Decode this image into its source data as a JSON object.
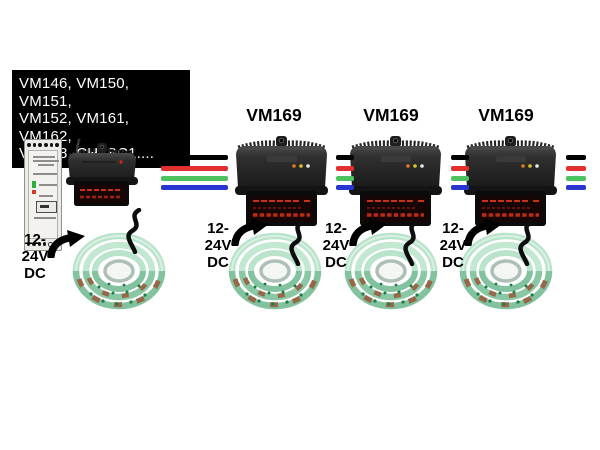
{
  "compatible_modules": {
    "lines": [
      "VM146, VM150, VM151,",
      "VM152, VM161, VM162,",
      "VM168, CHLSC1...."
    ]
  },
  "vm169_labels": [
    "VM169",
    "VM169",
    "VM169"
  ],
  "power_label": {
    "lines": [
      "12-",
      "24V",
      "DC"
    ]
  },
  "wire_colors": {
    "black": "#000000",
    "red": "#e03030",
    "green": "#4cc35e",
    "blue": "#2836cf"
  },
  "module_indicator_colors": {
    "orange": "#e07820",
    "yellow": "#dcc22a",
    "white": "#eaeaea"
  },
  "led_strip_color": "#b9e3cb",
  "background_color": "#ffffff"
}
